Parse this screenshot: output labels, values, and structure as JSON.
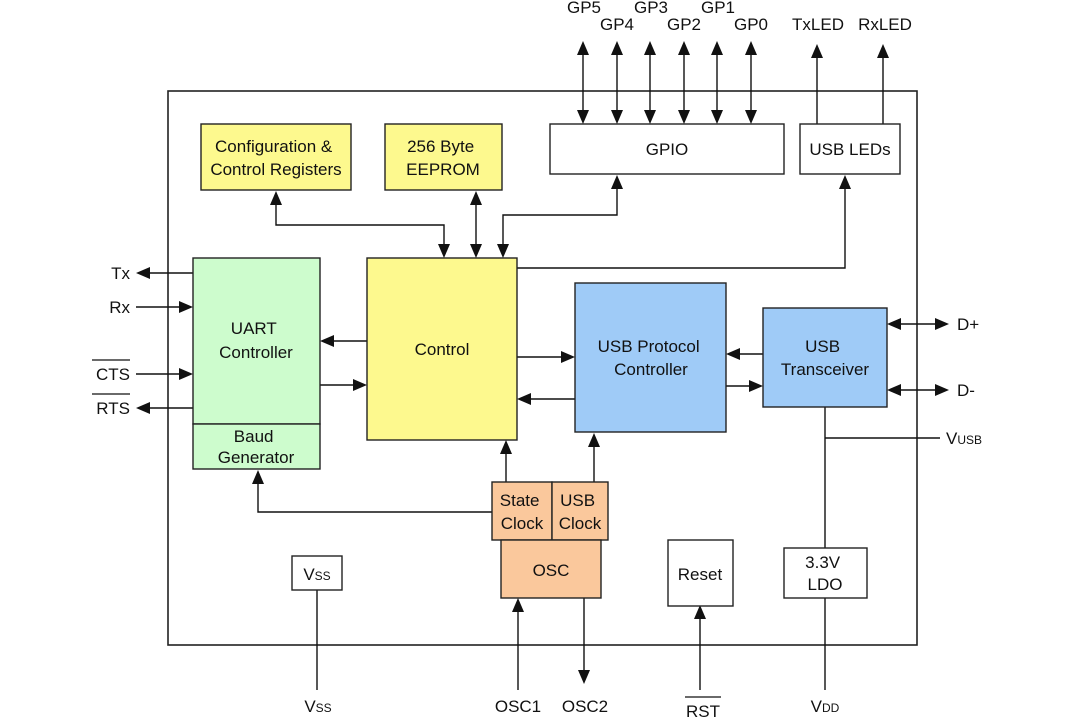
{
  "colors": {
    "yellow": "#fdf98e",
    "green": "#cdfccd",
    "blue": "#9fcbf7",
    "orange": "#fac89c",
    "white": "#ffffff",
    "line": "#111111"
  },
  "blocks": {
    "config": [
      "Configuration &",
      "Control Registers"
    ],
    "eeprom": [
      "256 Byte",
      "EEPROM"
    ],
    "gpio": [
      "GPIO"
    ],
    "usb_leds": [
      "USB LEDs"
    ],
    "uart": [
      "UART",
      "Controller"
    ],
    "baud": [
      "Baud",
      "Generator"
    ],
    "control": [
      "Control"
    ],
    "usb_protocol": [
      "USB Protocol",
      "Controller"
    ],
    "usb_transceiver": [
      "USB",
      "Transceiver"
    ],
    "state_clock": [
      "State",
      "Clock"
    ],
    "usb_clock": [
      "USB",
      "Clock"
    ],
    "osc": [
      "OSC"
    ],
    "vss_box": [
      "V",
      "SS"
    ],
    "reset": [
      "Reset"
    ],
    "ldo": [
      "3.3V",
      "LDO"
    ]
  },
  "pins": {
    "gp5": "GP5",
    "gp4": "GP4",
    "gp3": "GP3",
    "gp2": "GP2",
    "gp1": "GP1",
    "gp0": "GP0",
    "txled": "TxLED",
    "rxled": "RxLED",
    "tx": "Tx",
    "rx": "Rx",
    "cts": "CTS",
    "rts": "RTS",
    "dplus": "D+",
    "dminus": "D-",
    "vusb": [
      "V",
      "USB"
    ],
    "vss": [
      "V",
      "SS"
    ],
    "osc1": "OSC1",
    "osc2": "OSC2",
    "rst": "RST",
    "vdd": [
      "V",
      "DD"
    ]
  }
}
